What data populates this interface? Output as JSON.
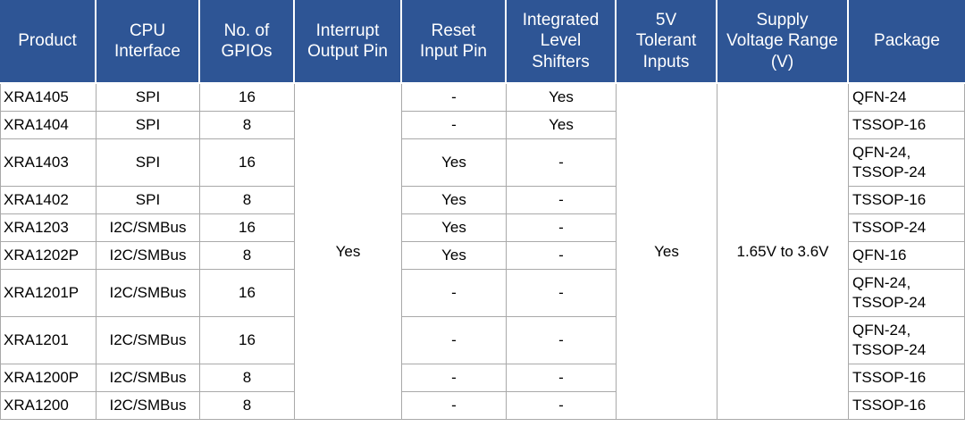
{
  "table": {
    "accent_color": "#2e5595",
    "border_color": "#a9a9a9",
    "header_text_color": "#ffffff",
    "columns": [
      {
        "key": "product",
        "label": "Product"
      },
      {
        "key": "cpu",
        "label": "CPU\nInterface"
      },
      {
        "key": "gpios",
        "label": "No. of\nGPIOs"
      },
      {
        "key": "interrupt",
        "label": "Interrupt\nOutput Pin"
      },
      {
        "key": "reset",
        "label": "Reset\nInput Pin"
      },
      {
        "key": "levelshift",
        "label": "Integrated\nLevel\nShifters"
      },
      {
        "key": "tolerant",
        "label": "5V\nTolerant\nInputs"
      },
      {
        "key": "supply",
        "label": "Supply\nVoltage Range\n(V)"
      },
      {
        "key": "package",
        "label": "Package"
      }
    ],
    "merged": {
      "interrupt": "Yes",
      "tolerant": "Yes",
      "supply": "1.65V to 3.6V"
    },
    "rows": [
      {
        "product": "XRA1405",
        "cpu": "SPI",
        "gpios": "16",
        "reset": "-",
        "levelshift": "Yes",
        "package": "QFN-24",
        "tall": false
      },
      {
        "product": "XRA1404",
        "cpu": "SPI",
        "gpios": "8",
        "reset": "-",
        "levelshift": "Yes",
        "package": "TSSOP-16",
        "tall": false
      },
      {
        "product": "XRA1403",
        "cpu": "SPI",
        "gpios": "16",
        "reset": "Yes",
        "levelshift": "-",
        "package": "QFN-24,\nTSSOP-24",
        "tall": true
      },
      {
        "product": "XRA1402",
        "cpu": "SPI",
        "gpios": "8",
        "reset": "Yes",
        "levelshift": "-",
        "package": "TSSOP-16",
        "tall": false
      },
      {
        "product": "XRA1203",
        "cpu": "I2C/SMBus",
        "gpios": "16",
        "reset": "Yes",
        "levelshift": "-",
        "package": "TSSOP-24",
        "tall": false
      },
      {
        "product": "XRA1202P",
        "cpu": "I2C/SMBus",
        "gpios": "8",
        "reset": "Yes",
        "levelshift": "-",
        "package": "QFN-16",
        "tall": false
      },
      {
        "product": "XRA1201P",
        "cpu": "I2C/SMBus",
        "gpios": "16",
        "reset": "-",
        "levelshift": "-",
        "package": "QFN-24,\nTSSOP-24",
        "tall": true
      },
      {
        "product": "XRA1201",
        "cpu": "I2C/SMBus",
        "gpios": "16",
        "reset": "-",
        "levelshift": "-",
        "package": "QFN-24,\nTSSOP-24",
        "tall": true
      },
      {
        "product": "XRA1200P",
        "cpu": "I2C/SMBus",
        "gpios": "8",
        "reset": "-",
        "levelshift": "-",
        "package": "TSSOP-16",
        "tall": false
      },
      {
        "product": "XRA1200",
        "cpu": "I2C/SMBus",
        "gpios": "8",
        "reset": "-",
        "levelshift": "-",
        "package": "TSSOP-16",
        "tall": false
      }
    ]
  },
  "chart_data": {
    "type": "table",
    "title": "",
    "columns": [
      "Product",
      "CPU Interface",
      "No. of GPIOs",
      "Interrupt Output Pin",
      "Reset Input Pin",
      "Integrated Level Shifters",
      "5V Tolerant Inputs",
      "Supply Voltage Range (V)",
      "Package"
    ],
    "rows": [
      [
        "XRA1405",
        "SPI",
        "16",
        "Yes",
        "-",
        "Yes",
        "Yes",
        "1.65V to 3.6V",
        "QFN-24"
      ],
      [
        "XRA1404",
        "SPI",
        "8",
        "Yes",
        "-",
        "Yes",
        "Yes",
        "1.65V to 3.6V",
        "TSSOP-16"
      ],
      [
        "XRA1403",
        "SPI",
        "16",
        "Yes",
        "Yes",
        "-",
        "Yes",
        "1.65V to 3.6V",
        "QFN-24, TSSOP-24"
      ],
      [
        "XRA1402",
        "SPI",
        "8",
        "Yes",
        "Yes",
        "-",
        "Yes",
        "1.65V to 3.6V",
        "TSSOP-16"
      ],
      [
        "XRA1203",
        "I2C/SMBus",
        "16",
        "Yes",
        "Yes",
        "-",
        "Yes",
        "1.65V to 3.6V",
        "TSSOP-24"
      ],
      [
        "XRA1202P",
        "I2C/SMBus",
        "8",
        "Yes",
        "Yes",
        "-",
        "Yes",
        "1.65V to 3.6V",
        "QFN-16"
      ],
      [
        "XRA1201P",
        "I2C/SMBus",
        "16",
        "Yes",
        "-",
        "-",
        "Yes",
        "1.65V to 3.6V",
        "QFN-24, TSSOP-24"
      ],
      [
        "XRA1201",
        "I2C/SMBus",
        "16",
        "Yes",
        "-",
        "-",
        "Yes",
        "1.65V to 3.6V",
        "QFN-24, TSSOP-24"
      ],
      [
        "XRA1200P",
        "I2C/SMBus",
        "8",
        "Yes",
        "-",
        "-",
        "Yes",
        "1.65V to 3.6V",
        "TSSOP-16"
      ],
      [
        "XRA1200",
        "I2C/SMBus",
        "8",
        "Yes",
        "-",
        "-",
        "Yes",
        "1.65V to 3.6V",
        "TSSOP-16"
      ]
    ]
  }
}
